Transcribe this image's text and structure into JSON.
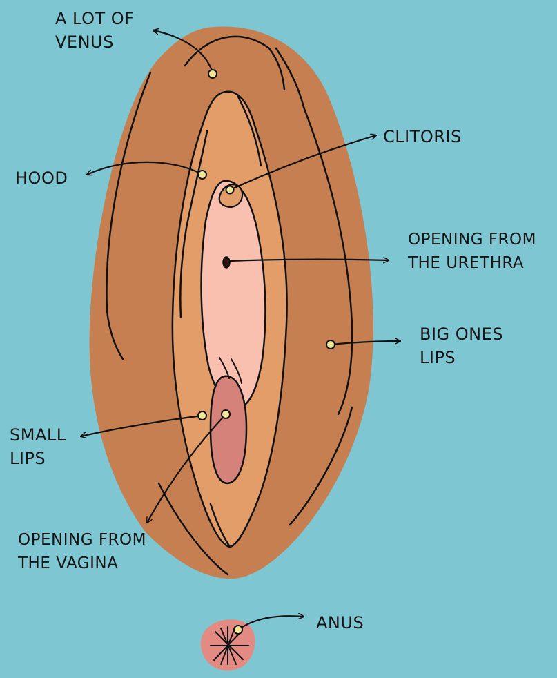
{
  "colors": {
    "background": "#7fc6d3",
    "outer_body": "#c57f50",
    "inner_fold": "#e29d68",
    "inner_area": "#f9bfaf",
    "vagina_area": "#d5827a",
    "anus": "#e38b82",
    "outline": "#111111",
    "marker_dot": "#f3e79a"
  },
  "labels": {
    "venus": [
      "A LOT OF",
      "VENUS"
    ],
    "hood": [
      "HOOD"
    ],
    "clitoris": [
      "CLITORIS"
    ],
    "urethra": [
      "OPENING FROM",
      "THE URETHRA"
    ],
    "big_lips": [
      "BIG ONES",
      "LIPS"
    ],
    "small_lips": [
      "SMALL",
      "LIPS"
    ],
    "vagina": [
      "OPENING FROM",
      "THE VAGINA"
    ],
    "anus": [
      "ANUS"
    ]
  }
}
